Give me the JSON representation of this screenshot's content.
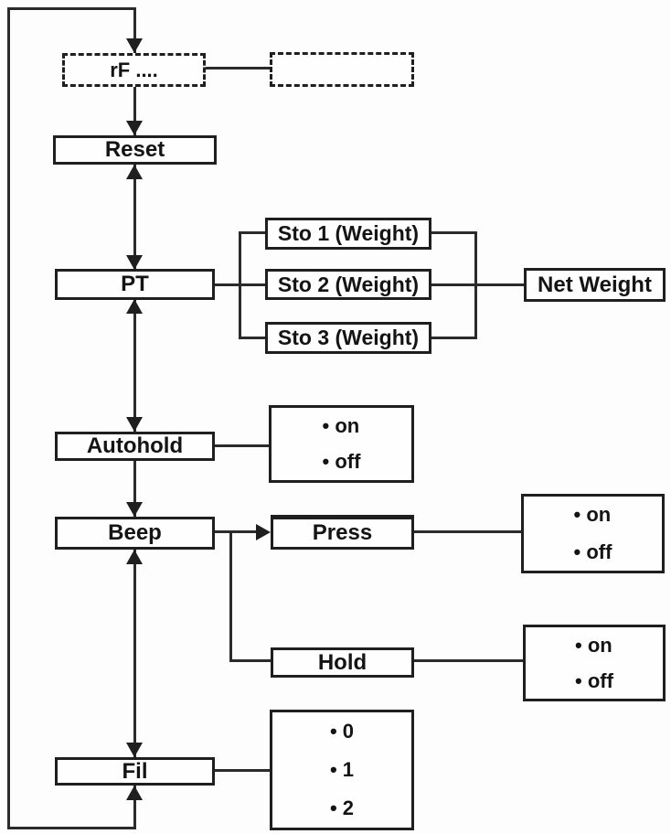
{
  "diagram": {
    "colors": {
      "line": "#2b2b2b",
      "border": "#1f1f1f",
      "background": "#fdfdfd",
      "text": "#141414"
    },
    "nodes": {
      "rf": {
        "label": "rF ...."
      },
      "rf_blank": {
        "label": ""
      },
      "reset": {
        "label": "Reset"
      },
      "pt": {
        "label": "PT"
      },
      "sto1": {
        "label": "Sto 1 (Weight)"
      },
      "sto2": {
        "label": "Sto 2 (Weight)"
      },
      "sto3": {
        "label": "Sto 3 (Weight)"
      },
      "net_weight": {
        "label": "Net Weight"
      },
      "autohold": {
        "label": "Autohold"
      },
      "autohold_options": {
        "items": [
          "• on",
          "• off"
        ]
      },
      "beep": {
        "label": "Beep"
      },
      "press": {
        "label": "Press"
      },
      "press_options": {
        "items": [
          "• on",
          "• off"
        ]
      },
      "hold": {
        "label": "Hold"
      },
      "hold_options": {
        "items": [
          "• on",
          "• off"
        ]
      },
      "fil": {
        "label": "Fil"
      },
      "fil_options": {
        "items": [
          "• 0",
          "• 1",
          "• 2"
        ]
      }
    }
  }
}
